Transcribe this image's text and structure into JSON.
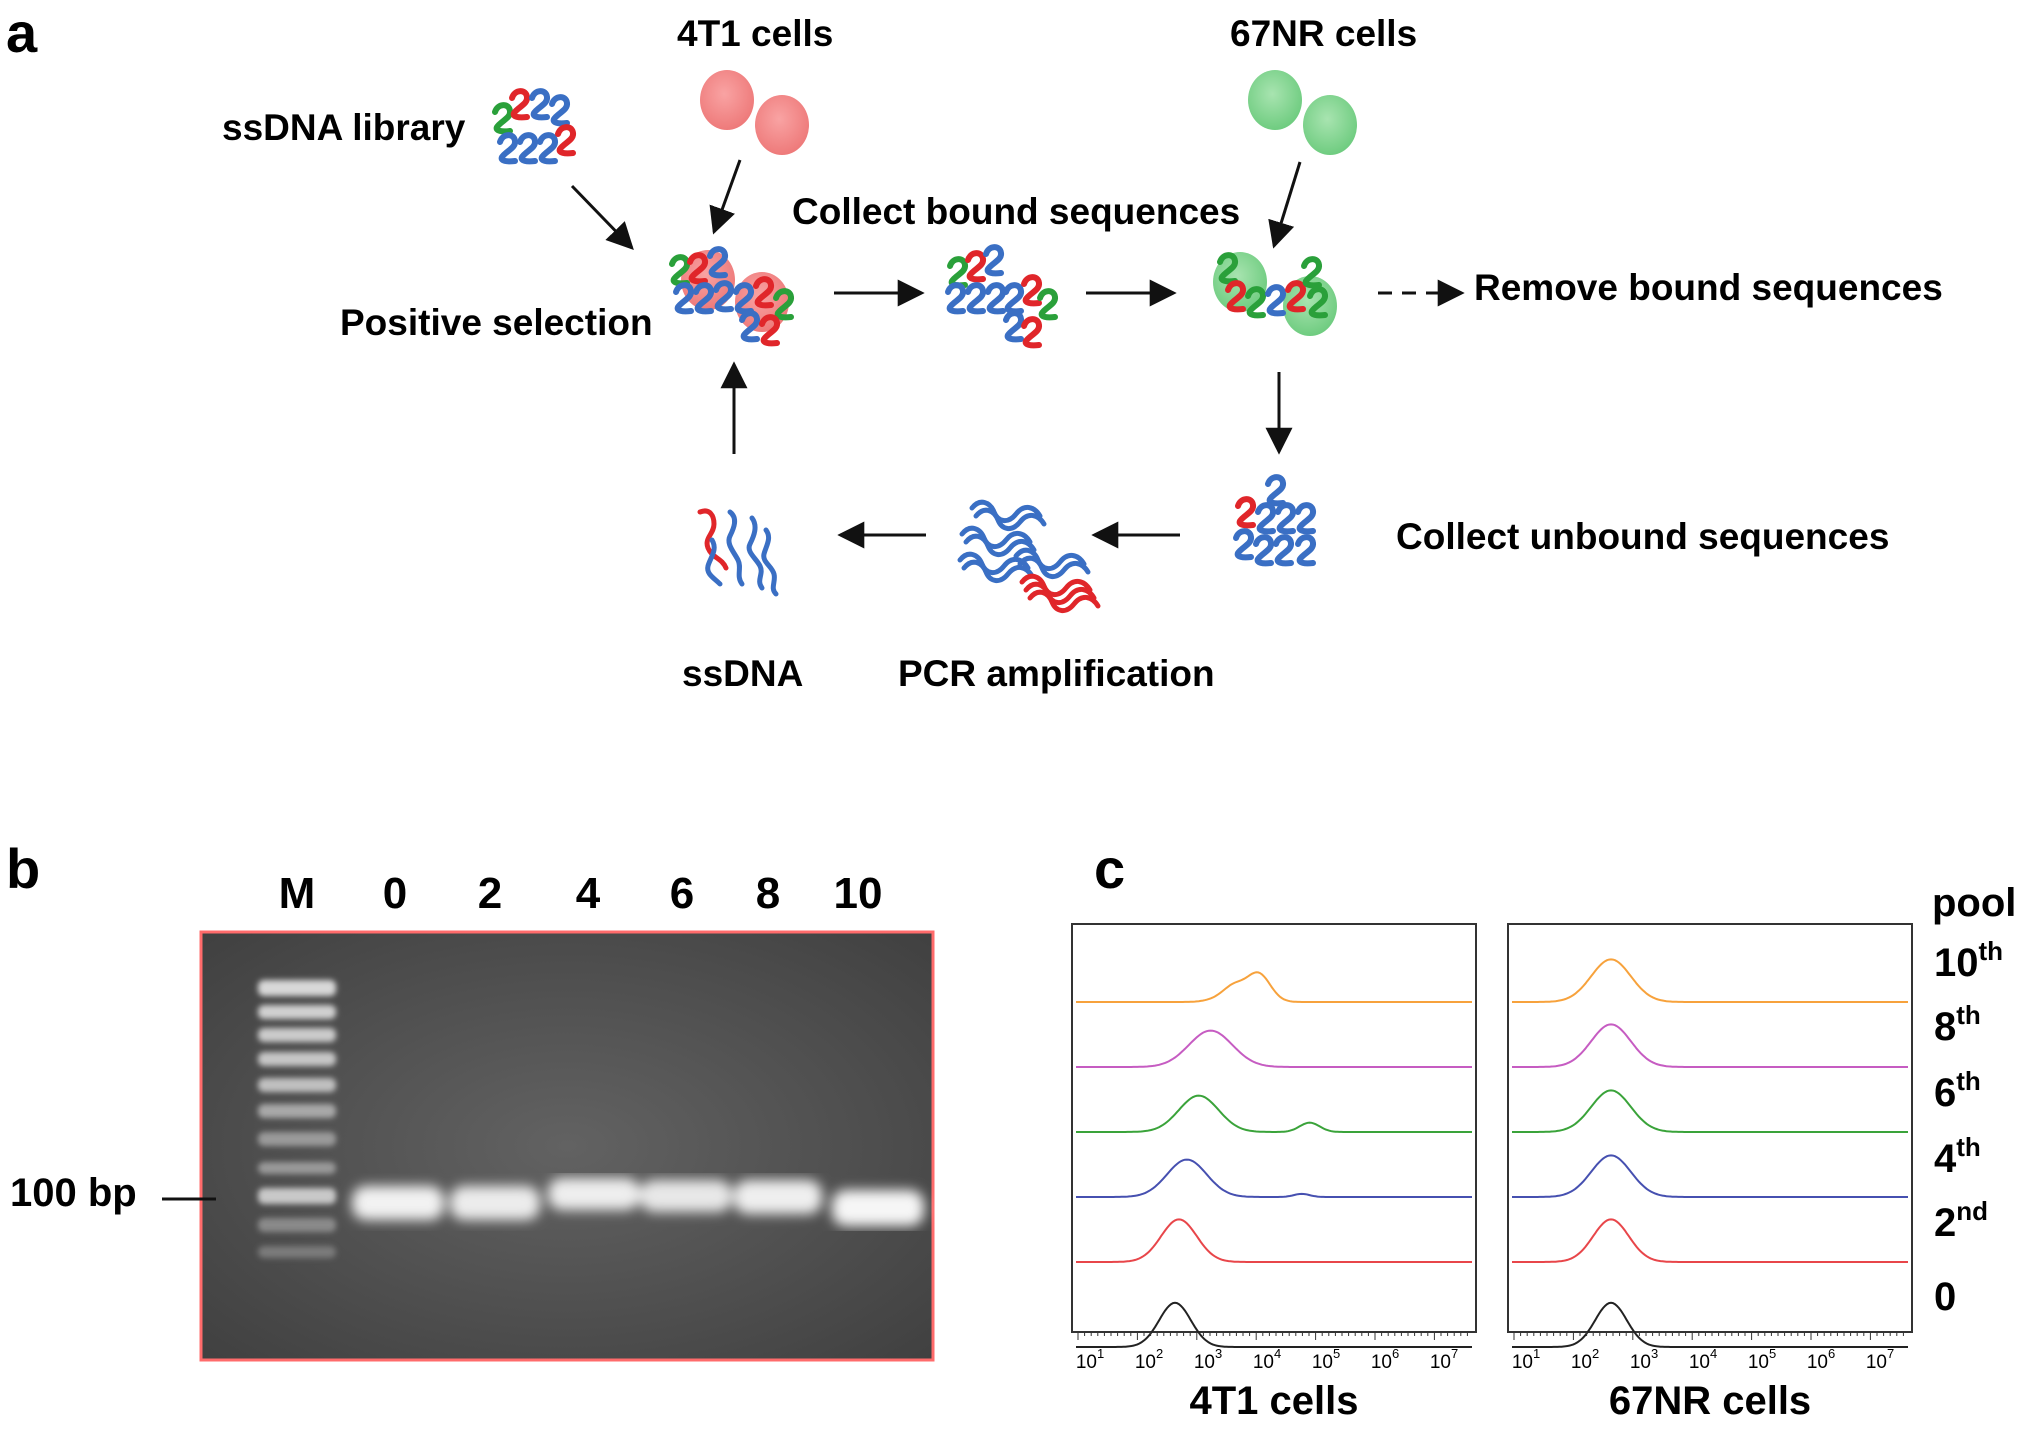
{
  "panel_a": {
    "letter": "a",
    "labels": {
      "t4_cells": "4T1 cells",
      "nr_cells": "67NR cells",
      "library": "ssDNA library",
      "collect_bound": "Collect bound sequences",
      "positive_selection": "Positive selection",
      "remove_bound": "Remove bound sequences",
      "collect_unbound": "Collect unbound sequences",
      "ssdna": "ssDNA",
      "pcr": "PCR amplification"
    }
  },
  "panel_b": {
    "letter": "b",
    "marker_label": "100 bp",
    "lanes": [
      "M",
      "0",
      "2",
      "4",
      "6",
      "8",
      "10"
    ]
  },
  "panel_c": {
    "letter": "c",
    "legend_title": "pool",
    "pools": [
      {
        "base": "10",
        "sup": "th",
        "color": "#f7a23c"
      },
      {
        "base": "8",
        "sup": "th",
        "color": "#c65cc2"
      },
      {
        "base": "6",
        "sup": "th",
        "color": "#3aa33a"
      },
      {
        "base": "4",
        "sup": "th",
        "color": "#4650b0"
      },
      {
        "base": "2",
        "sup": "nd",
        "color": "#e8464a"
      },
      {
        "base": "0",
        "sup": "",
        "color": "#222222"
      }
    ],
    "x_tick_exponents": [
      "1",
      "2",
      "3",
      "4",
      "5",
      "6",
      "7"
    ],
    "x_tick_base": "10",
    "plots": [
      {
        "title": "4T1 cells"
      },
      {
        "title": "67NR cells"
      }
    ]
  },
  "colors": {
    "dna_blue": "#3a6fc4",
    "dna_red": "#e0262a",
    "dna_green": "#2aa03a",
    "cell_red": "#f08080",
    "cell_green": "#7fd08a",
    "gel_bg": "#5a5a5a",
    "gel_border": "#ff6b6b"
  }
}
